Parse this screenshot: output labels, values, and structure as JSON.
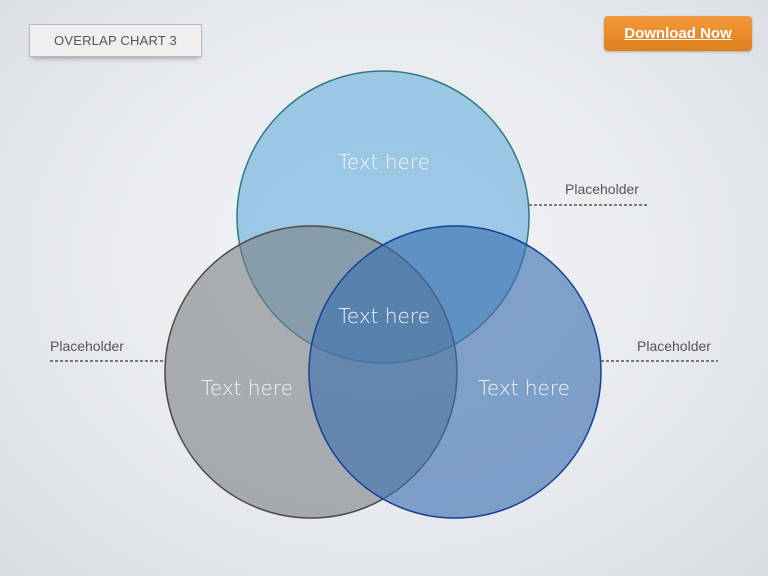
{
  "slide": {
    "title": "OVERLAP CHART 3",
    "download_label": "Download Now"
  },
  "diagram": {
    "circles": [
      {
        "id": "top",
        "label": "Text here",
        "fill": "#8dbfe2",
        "stroke": "#2b7c80"
      },
      {
        "id": "left",
        "label": "Text here",
        "fill": "#7b8084",
        "stroke": "#4a4a4a"
      },
      {
        "id": "right",
        "label": "Text here",
        "fill": "#3b6fb0",
        "stroke": "#173f92"
      }
    ],
    "center_label": "Text here",
    "placeholders": {
      "top_right": "Placeholder",
      "left": "Placeholder",
      "right": "Placeholder"
    }
  }
}
